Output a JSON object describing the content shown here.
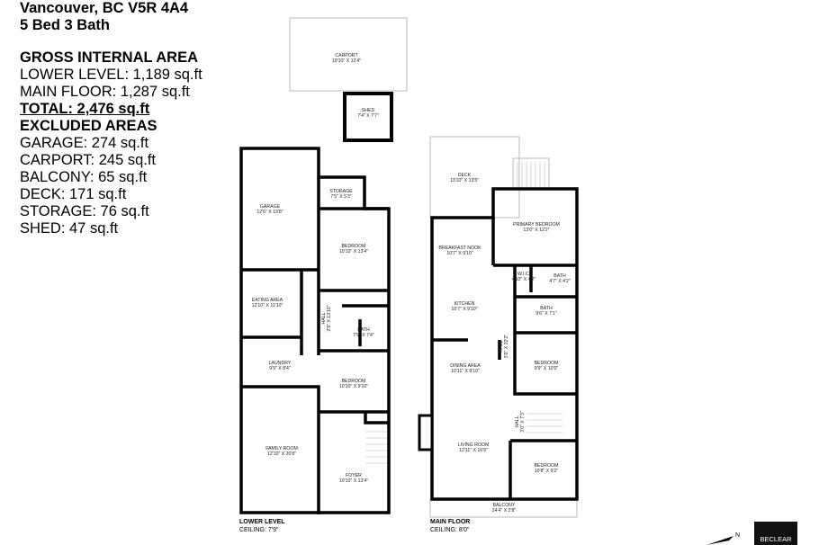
{
  "header": {
    "address_line_city": "Vancouver, BC V5R 4A4",
    "bed_bath": "5 Bed 3 Bath"
  },
  "areas": {
    "gross_title": "GROSS INTERNAL AREA",
    "lower_level": "LOWER LEVEL: 1,189 sq.ft",
    "main_floor": "MAIN FLOOR: 1,287 sq.ft",
    "total": "TOTAL: 2,476 sq.ft",
    "excluded_title": "EXCLUDED AREAS",
    "excluded": [
      "GARAGE: 274 sq.ft",
      "CARPORT: 245 sq.ft",
      "BALCONY: 65 sq.ft",
      "DECK: 171 sq.ft",
      "STORAGE: 76 sq.ft",
      "SHED: 47 sq.ft"
    ]
  },
  "outbuildings": {
    "carport": {
      "name": "CARPORT",
      "dims": "19'10\" X 12'4\""
    },
    "shed": {
      "name": "SHED",
      "dims": "7'4\" X 7'7\""
    }
  },
  "lower_level": {
    "title": "LOWER LEVEL",
    "ceiling": "CEILING: 7'9\"",
    "rooms": [
      {
        "name": "GARAGE",
        "dims": "12'6\" X 19'8\""
      },
      {
        "name": "STORAGE",
        "dims": "7'5\" X 5'3\""
      },
      {
        "name": "BEDROOM",
        "dims": "10'10\" X 13'4\""
      },
      {
        "name": "EATING AREA",
        "dims": "12'10\" X 11'10\""
      },
      {
        "name": "HALL",
        "dims": "2'9\" X 13'10\""
      },
      {
        "name": "BATH",
        "dims": "7'9\" X 7'4\""
      },
      {
        "name": "LAUNDRY",
        "dims": "9'9\" X 8'4\""
      },
      {
        "name": "BEDROOM",
        "dims": "10'10\" X 9'10\""
      },
      {
        "name": "FAMILY ROOM",
        "dims": "12'10\" X 20'8\""
      },
      {
        "name": "FOYER",
        "dims": "10'10\" X 13'4\""
      }
    ]
  },
  "main_floor": {
    "title": "MAIN FLOOR",
    "ceiling": "CEILING: 8'0\"",
    "rooms": [
      {
        "name": "DECK",
        "dims": "13'10\" X 13'5\""
      },
      {
        "name": "PRIMARY BEDROOM",
        "dims": "13'0\" X 12'2\""
      },
      {
        "name": "BREAKFAST NOOK",
        "dims": "10'7\" X 9'10\""
      },
      {
        "name": "W.I.C.",
        "dims": "4'10\" X 4'2\""
      },
      {
        "name": "BATH",
        "dims": "4'7\" X 4'2\""
      },
      {
        "name": "KITCHEN",
        "dims": "10'7\" X 9'10\""
      },
      {
        "name": "BATH",
        "dims": "9'6\" X 7'1\""
      },
      {
        "name": "HALL",
        "dims": "3'0\" X 22'2\""
      },
      {
        "name": "BEDROOM",
        "dims": "9'9\" X 10'0\""
      },
      {
        "name": "DINING AREA",
        "dims": "10'11\" X 9'10\""
      },
      {
        "name": "HALL",
        "dims": "3'0\" X 7'3\""
      },
      {
        "name": "LIVING ROOM",
        "dims": "12'11\" X 16'9\""
      },
      {
        "name": "BEDROOM",
        "dims": "10'8\" X 9'2\""
      },
      {
        "name": "BALCONY",
        "dims": "24'4\" X 2'8\""
      }
    ]
  },
  "compass": {
    "label": "N"
  },
  "logo": {
    "text": "BECLEAR"
  }
}
